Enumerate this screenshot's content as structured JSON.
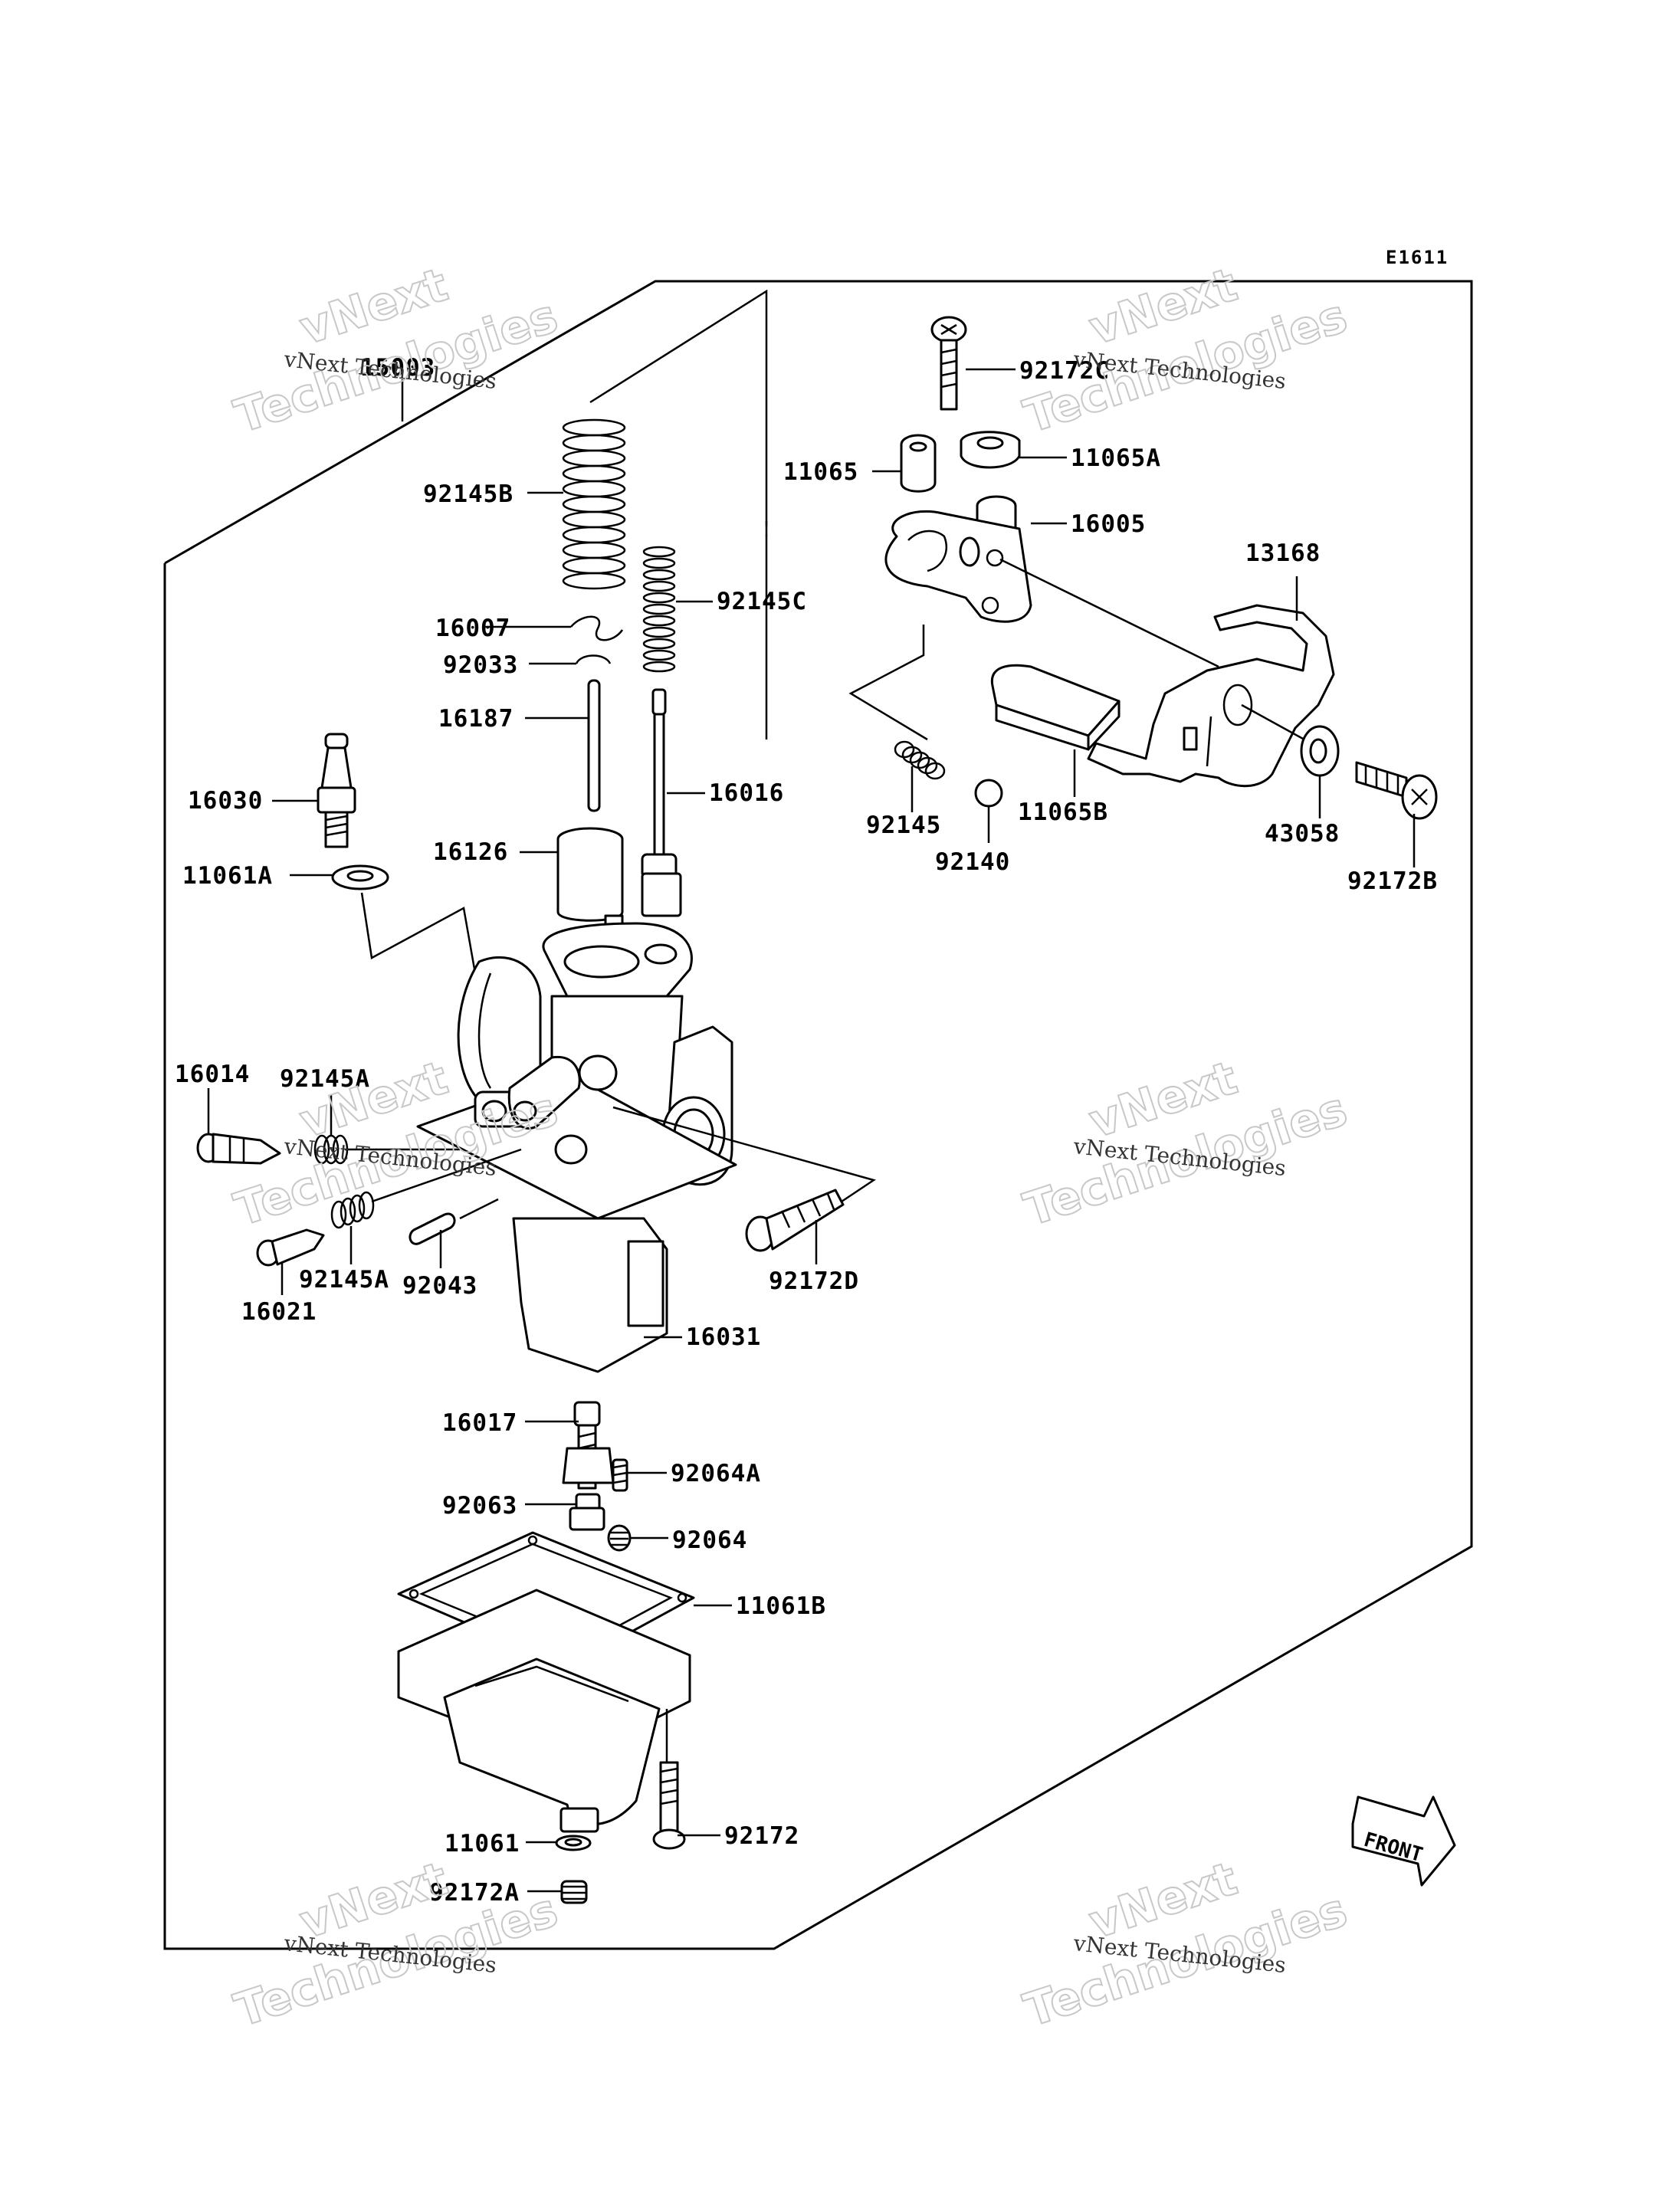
{
  "diagram_code": "E1611",
  "front_marker": "FRONT",
  "watermark": {
    "line1": "vNext",
    "line2": "Technologies",
    "caption": "vNext Technologies"
  },
  "parts": {
    "p15003": "15003",
    "p92145B": "92145B",
    "p16007": "16007",
    "p92033": "92033",
    "p16187": "16187",
    "p92145C": "92145C",
    "p16016": "16016",
    "p16030": "16030",
    "p11061A": "11061A",
    "p16126": "16126",
    "p16014": "16014",
    "p92145A_top": "92145A",
    "p92145A_bottom": "92145A",
    "p16021": "16021",
    "p92043": "92043",
    "p92172D": "92172D",
    "p16031": "16031",
    "p16017": "16017",
    "p92064A": "92064A",
    "p92063": "92063",
    "p92064": "92064",
    "p11061B": "11061B",
    "p92172": "92172",
    "p11061": "11061",
    "p92172A": "92172A",
    "p92172C": "92172C",
    "p11065": "11065",
    "p11065A": "11065A",
    "p16005": "16005",
    "p13168": "13168",
    "p92145": "92145",
    "p92140": "92140",
    "p11065B": "11065B",
    "p43058": "43058",
    "p92172B": "92172B"
  }
}
